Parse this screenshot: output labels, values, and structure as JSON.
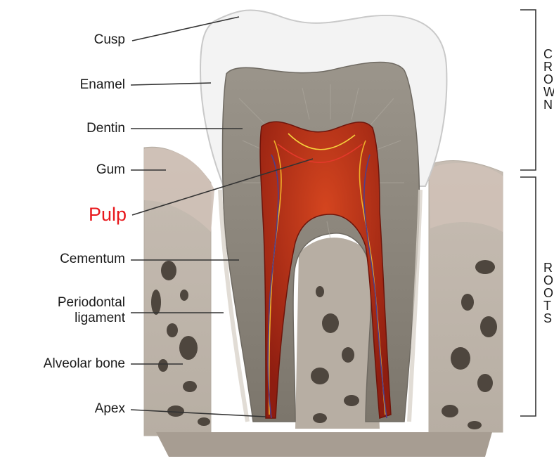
{
  "labels": {
    "cusp": "Cusp",
    "enamel": "Enamel",
    "dentin": "Dentin",
    "gum": "Gum",
    "pulp": "Pulp",
    "cementum": "Cementum",
    "periodontal_line1": "Periodontal",
    "periodontal_line2": "ligament",
    "alveolar_bone": "Alveolar bone",
    "apex": "Apex"
  },
  "side_labels": {
    "crown_letters": "C\nR\nO\nW\nN",
    "root_letters": "R\nO\nO\nT\nS"
  },
  "colors": {
    "pulp_label": "#e8171c",
    "pulp_fill": "#b8321c",
    "dentin": "#8f8a80",
    "enamel": "#f1f1f1",
    "bone": "#d8d2c8",
    "gum": "#c9b8ad"
  }
}
